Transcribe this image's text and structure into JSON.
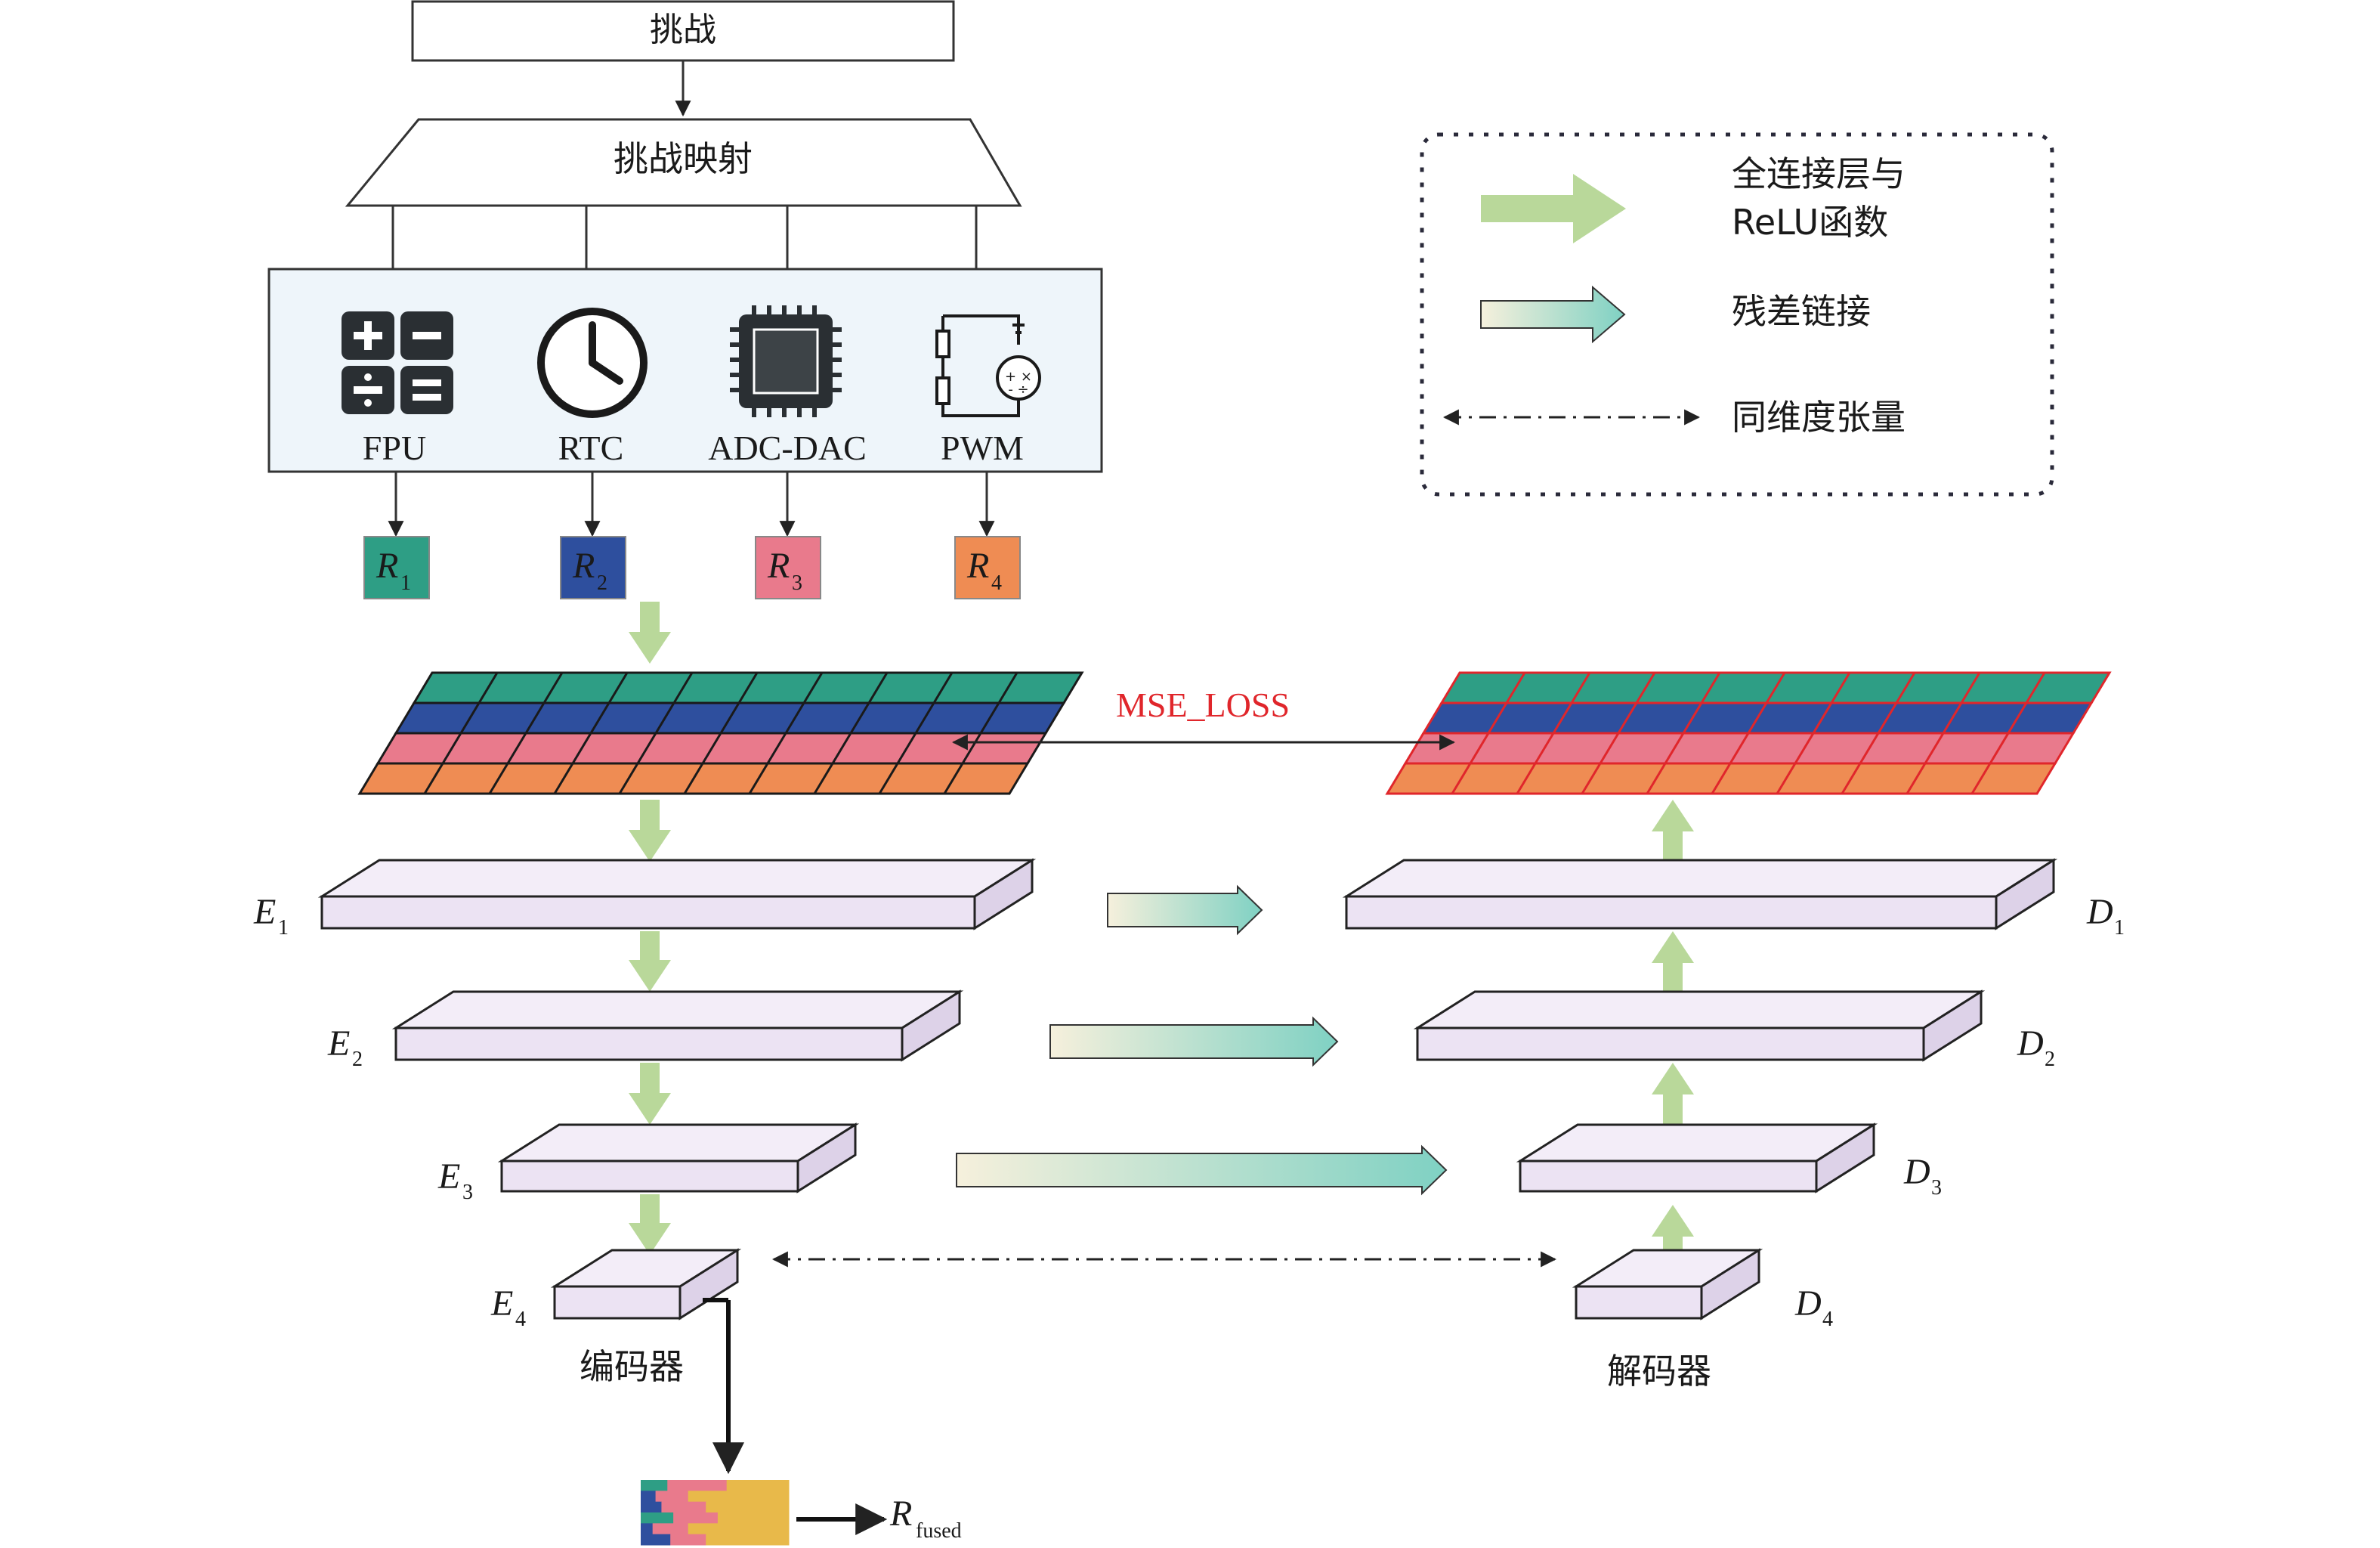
{
  "challenge": {
    "label": "挑战"
  },
  "mapping": {
    "label": "挑战映射"
  },
  "modules": [
    {
      "name": "FPU",
      "icon": "calculator-icon"
    },
    {
      "name": "RTC",
      "icon": "clock-icon"
    },
    {
      "name": "ADC-DAC",
      "icon": "chip-icon"
    },
    {
      "name": "PWM",
      "icon": "circuit-icon"
    }
  ],
  "responses": [
    {
      "main": "R",
      "sub": "1",
      "color": "#2e9e85"
    },
    {
      "main": "R",
      "sub": "2",
      "color": "#2e4f9e"
    },
    {
      "main": "R",
      "sub": "3",
      "color": "#e97a8c"
    },
    {
      "main": "R",
      "sub": "4",
      "color": "#ef8c53"
    }
  ],
  "legend": {
    "fc_relu_line1": "全连接层与",
    "fc_relu_line2": "ReLU函数",
    "residual": "残差链接",
    "same_dim": "同维度张量"
  },
  "loss_label": "MSE_LOSS",
  "encoder_layers": [
    {
      "main": "E",
      "sub": "1"
    },
    {
      "main": "E",
      "sub": "2"
    },
    {
      "main": "E",
      "sub": "3"
    },
    {
      "main": "E",
      "sub": "4"
    }
  ],
  "decoder_layers": [
    {
      "main": "D",
      "sub": "1"
    },
    {
      "main": "D",
      "sub": "2"
    },
    {
      "main": "D",
      "sub": "3"
    },
    {
      "main": "D",
      "sub": "4"
    }
  ],
  "encoder_label": "编码器",
  "decoder_label": "解码器",
  "output": {
    "main": "R",
    "sub": "fused"
  },
  "colors": {
    "green_arrow": "#b9d89a",
    "layer_fill": "#ece3f3",
    "module_panel": "#eef5fa",
    "loss_grid_border": "#e0262b"
  }
}
